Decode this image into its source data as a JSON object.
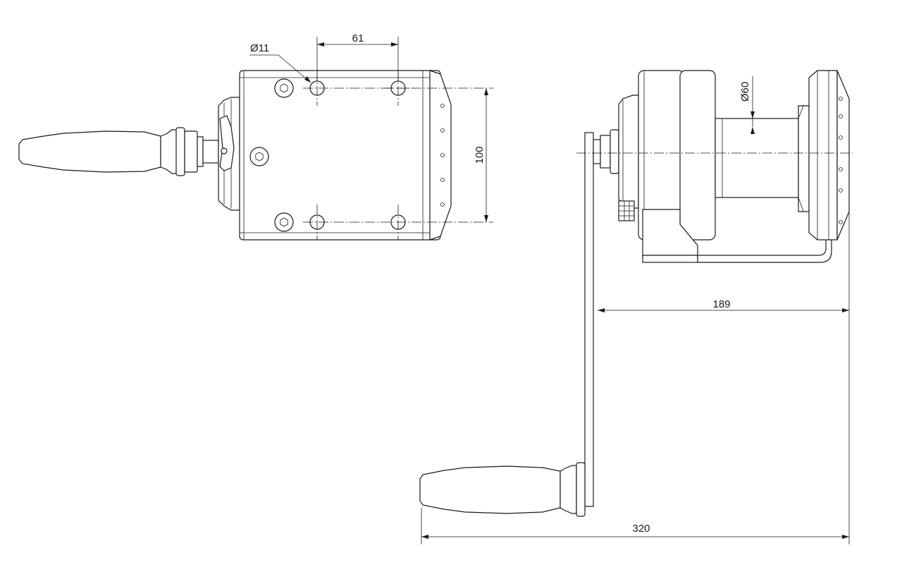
{
  "dimensions": {
    "hole_diameter": "Ø11",
    "hole_spacing_x": "61",
    "hole_spacing_y": "100",
    "drum_diameter": "Ø60",
    "crank_offset": "189",
    "overall_length": "320"
  }
}
